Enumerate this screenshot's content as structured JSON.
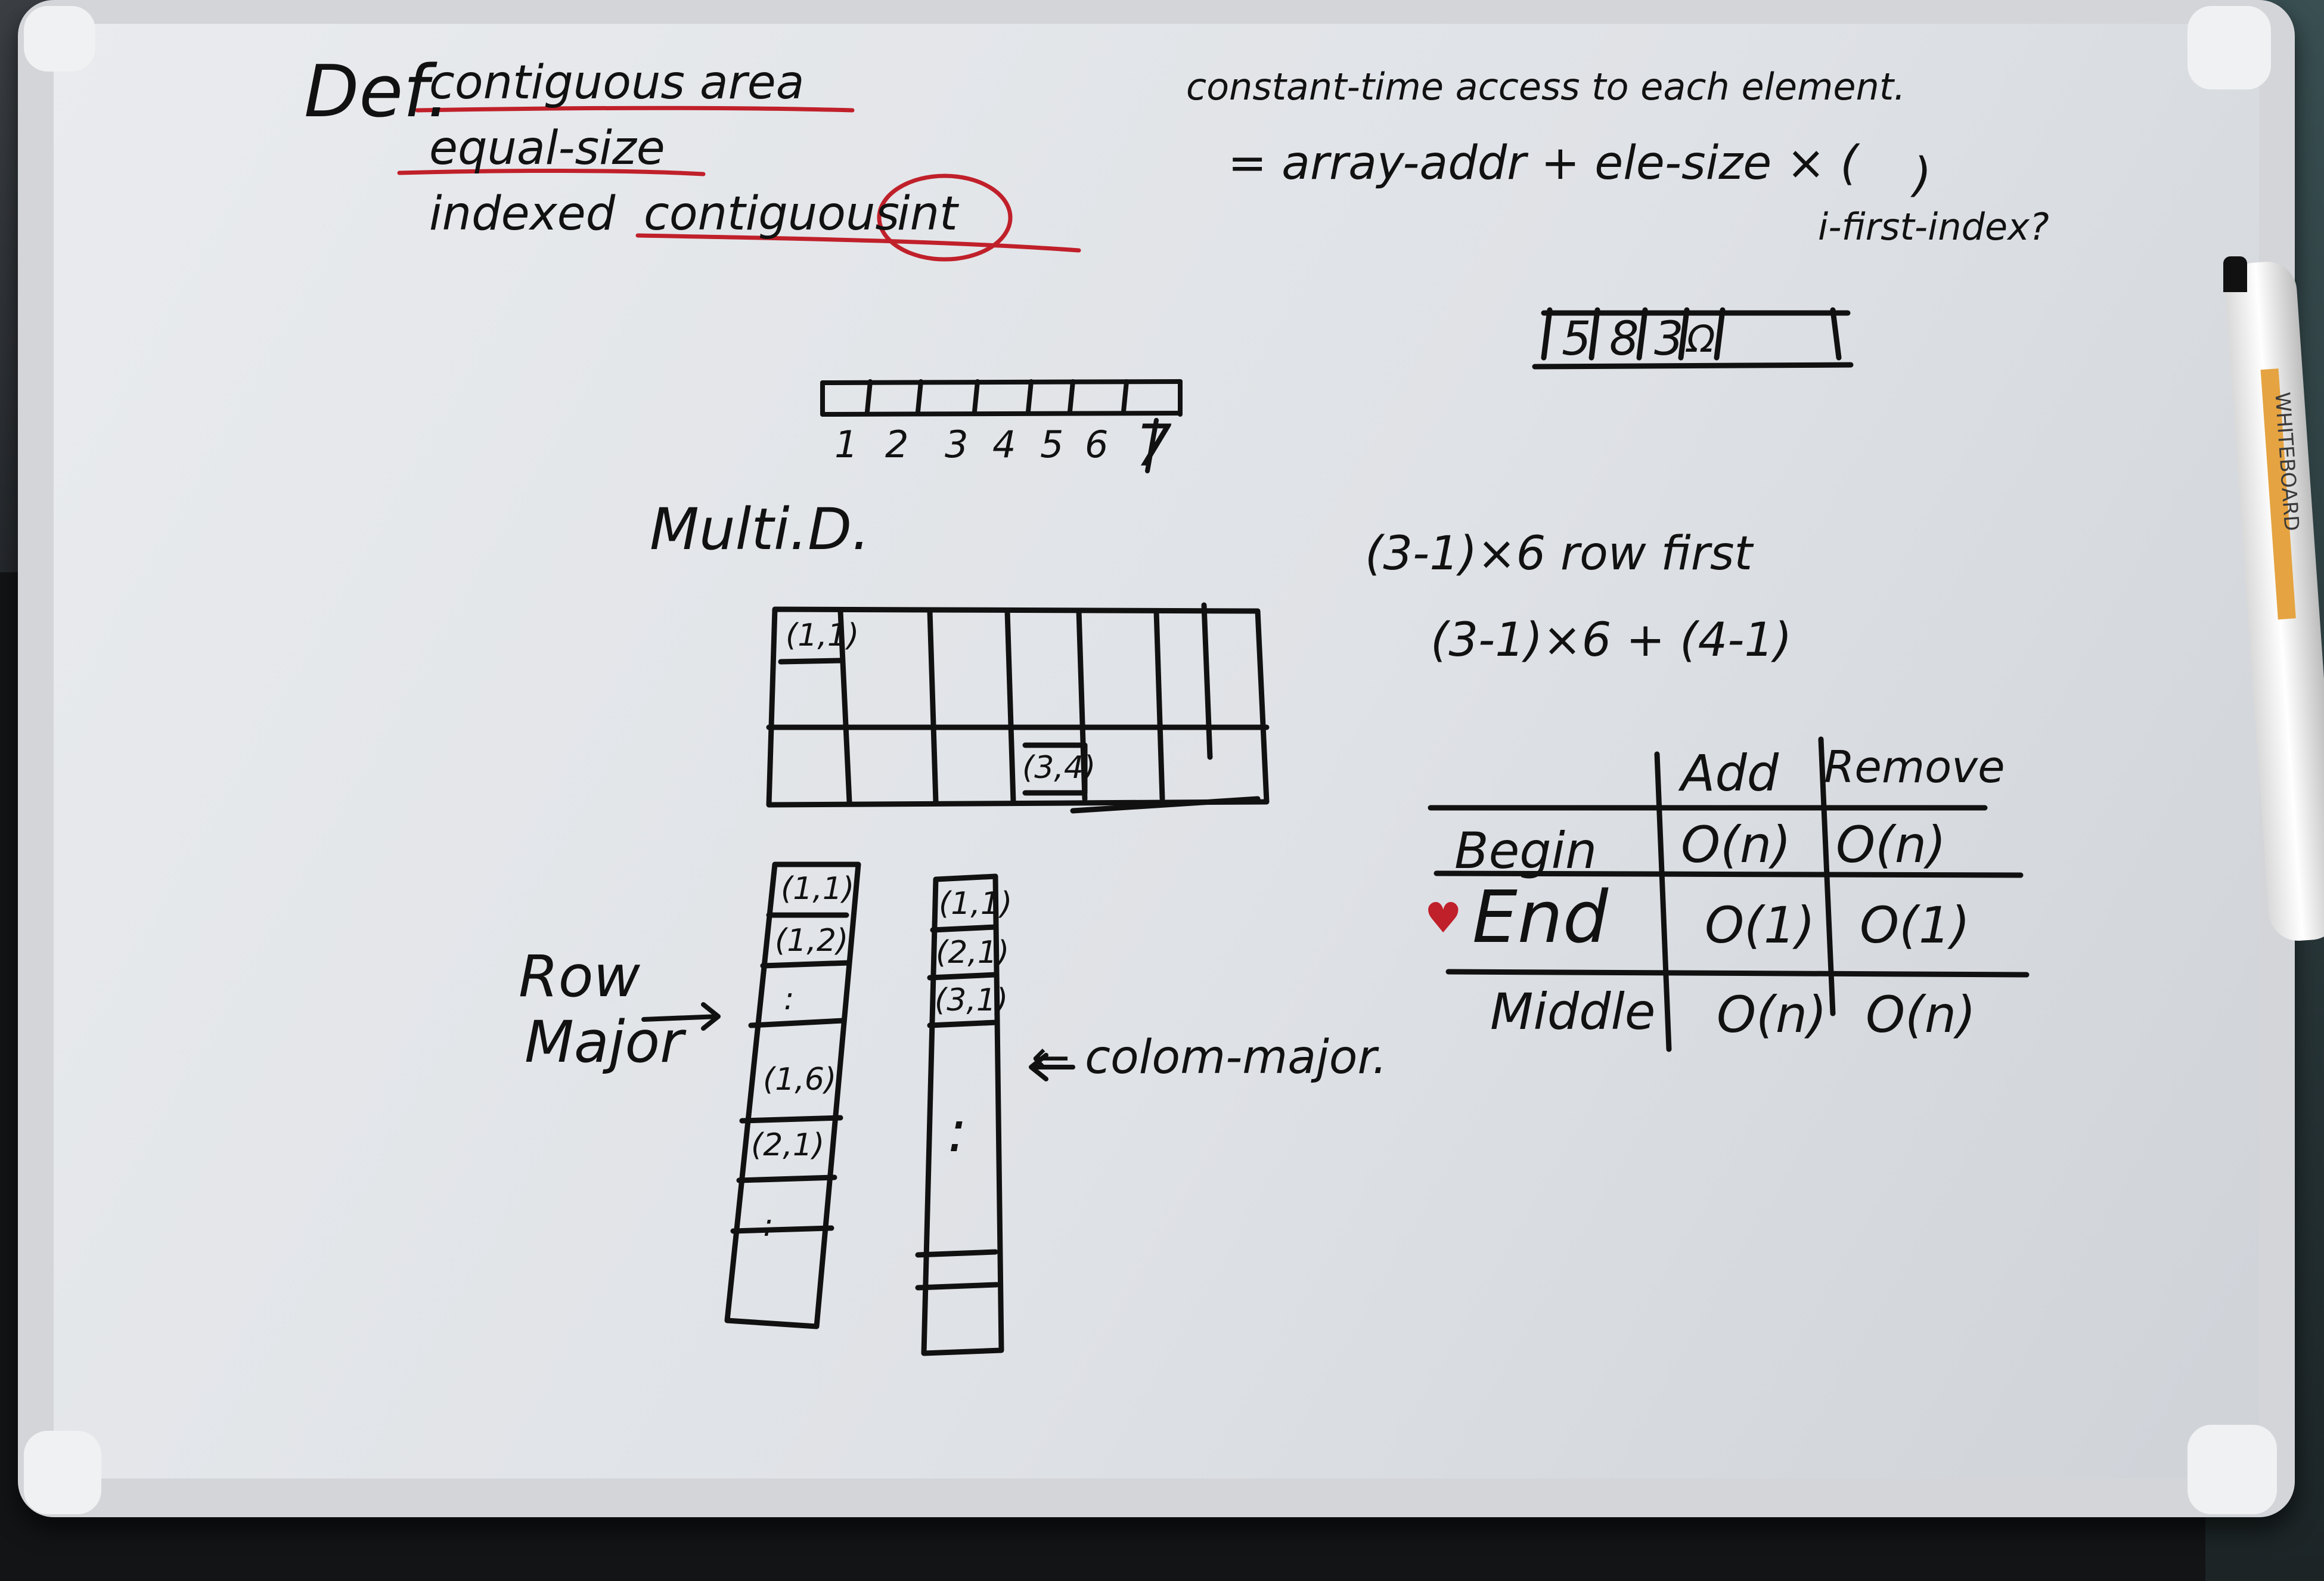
{
  "whiteboard": {
    "definition": {
      "def_label": "Def.",
      "line1": "contiguous area",
      "line2": "equal-size",
      "line3_prefix": "indexed",
      "line3_word": "contiguous",
      "line3_circled": "int"
    },
    "access": {
      "line1": "constant-time access to each element.",
      "line2": "= array-addr + ele-size × (",
      "line2_paren": ")",
      "line3": "i-first-index?"
    },
    "small_array": {
      "cells": [
        "5",
        "8",
        "3",
        "Ω"
      ]
    },
    "index_array": {
      "indices": [
        "1",
        "2",
        "3",
        "4",
        "5",
        "6",
        "7"
      ]
    },
    "multi_d": {
      "title": "Multi.D.",
      "cell_first": "(1,1)",
      "cell_target": "(3,4)"
    },
    "formulas": {
      "line1": "(3-1)×6  row first",
      "line2": "(3-1)×6 + (4-1)"
    },
    "row_major": {
      "label_line1": "Row",
      "label_line2": "Major",
      "cells": [
        "(1,1)",
        "(1,2)",
        ":",
        "(1,6)",
        "(2,1)",
        ":"
      ]
    },
    "column_major": {
      "label": "← colom-major.",
      "cells": [
        "(1,1)",
        "(2,1)",
        "(3,1)",
        ":"
      ]
    },
    "complexity_table": {
      "headers": [
        "Add",
        "Remove"
      ],
      "rows": [
        {
          "label": "Begin",
          "add": "O(n)",
          "remove": "O(n)"
        },
        {
          "label": "End",
          "add": "O(1)",
          "remove": "O(1)"
        },
        {
          "label": "Middle",
          "add": "O(n)",
          "remove": "O(n)"
        }
      ],
      "heart": "♥"
    }
  },
  "marker": {
    "brand": "WHITEBOARD"
  },
  "colors": {
    "ink": "#111111",
    "red_ink": "#c0202a",
    "board": "#e4e6ea",
    "frame": "#d4d6da",
    "background": "#121416"
  }
}
